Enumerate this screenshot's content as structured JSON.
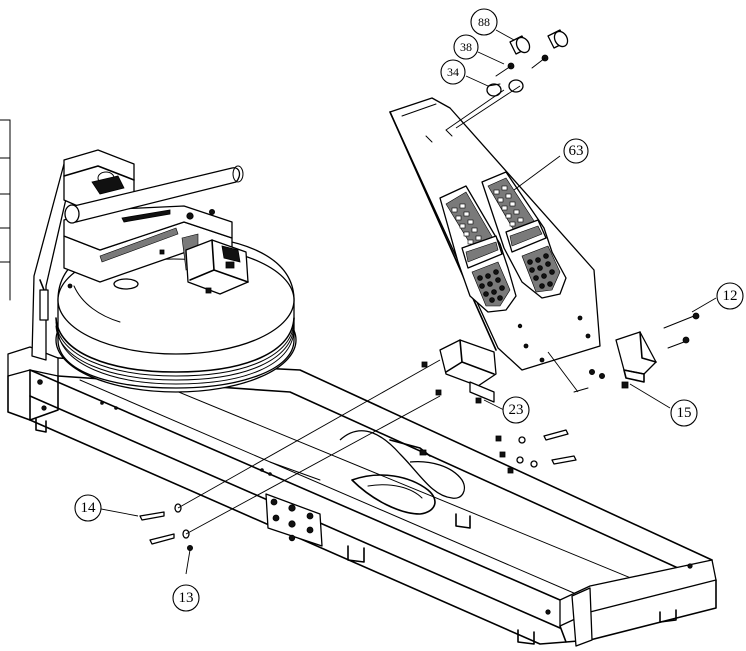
{
  "callouts": {
    "part_88": "88",
    "part_38": "38",
    "part_34": "34",
    "part_63": "63",
    "part_12": "12",
    "part_15": "15",
    "part_23": "23",
    "part_14": "14",
    "part_13": "13"
  }
}
